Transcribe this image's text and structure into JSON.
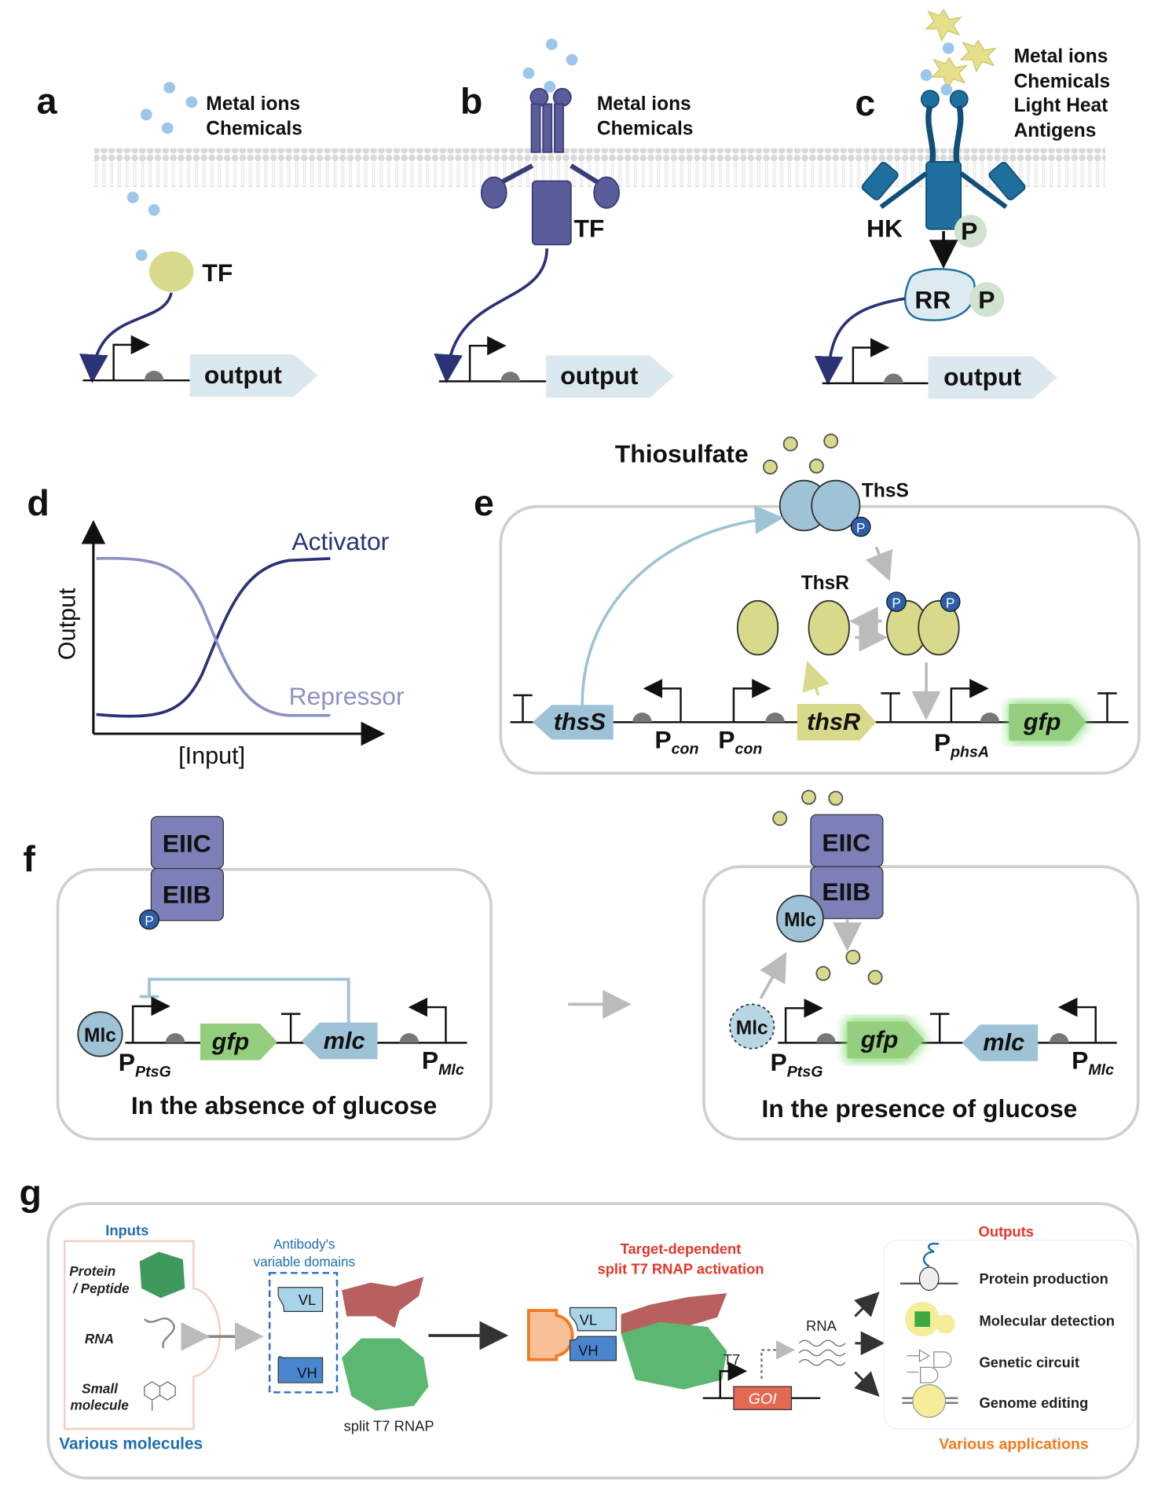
{
  "panels": {
    "a": {
      "label": "a",
      "inputs": [
        "Metal ions",
        "Chemicals"
      ],
      "factor": "TF",
      "output": "output"
    },
    "b": {
      "label": "b",
      "inputs": [
        "Metal ions",
        "Chemicals"
      ],
      "factor": "TF",
      "output": "output"
    },
    "c": {
      "label": "c",
      "inputs": [
        "Metal ions",
        "Chemicals",
        "Light Heat",
        "Antigens"
      ],
      "kinase": "HK",
      "regulator": "RR",
      "phosphate": "P",
      "output": "output"
    },
    "d": {
      "label": "d",
      "ylabel": "Output",
      "xlabel": "[Input]",
      "series": [
        "Activator",
        "Repressor"
      ],
      "colors": {
        "activator": "#2b3275",
        "repressor": "#8d92c2"
      }
    },
    "e": {
      "label": "e",
      "signal": "Thiosulfate",
      "sensor": "ThsS",
      "regulator": "ThsR",
      "phosphate": "P",
      "genes": [
        "thsS",
        "thsR",
        "gfp"
      ],
      "promoters": [
        {
          "main": "P",
          "sub": "con"
        },
        {
          "main": "P",
          "sub": "con"
        },
        {
          "main": "P",
          "sub": "phsA"
        }
      ]
    },
    "f": {
      "label": "f",
      "transporter": [
        "EIIC",
        "EIIB"
      ],
      "phosphate": "P",
      "regulator": "Mlc",
      "genes": [
        "gfp",
        "mlc"
      ],
      "promoters": [
        {
          "main": "P",
          "sub": "PtsG"
        },
        {
          "main": "P",
          "sub": "Mlc"
        }
      ],
      "captions": [
        "In the absence of glucose",
        "In the presence of glucose"
      ]
    },
    "g": {
      "label": "g",
      "inputs_title": "Inputs",
      "inputs": [
        "Protein",
        "/ Peptide",
        "RNA",
        "Small",
        "molecule"
      ],
      "inputs_caption": "Various molecules",
      "antibody_title": [
        "Antibody's",
        "variable domains"
      ],
      "domains": [
        "VL",
        "VH"
      ],
      "rnap": "split T7 RNAP",
      "activation_title": [
        "Target-dependent",
        "split T7 RNAP activation"
      ],
      "promoter": "T7",
      "goi": "GOI",
      "rna": "RNA",
      "outputs_title": "Outputs",
      "outputs": [
        "Protein production",
        "Molecular detection",
        "Genetic circuit",
        "Genome editing"
      ],
      "outputs_caption": "Various applications",
      "colors": {
        "blue": "#1f6fb0",
        "red": "#e2372b",
        "orange": "#f07a1c"
      }
    }
  }
}
